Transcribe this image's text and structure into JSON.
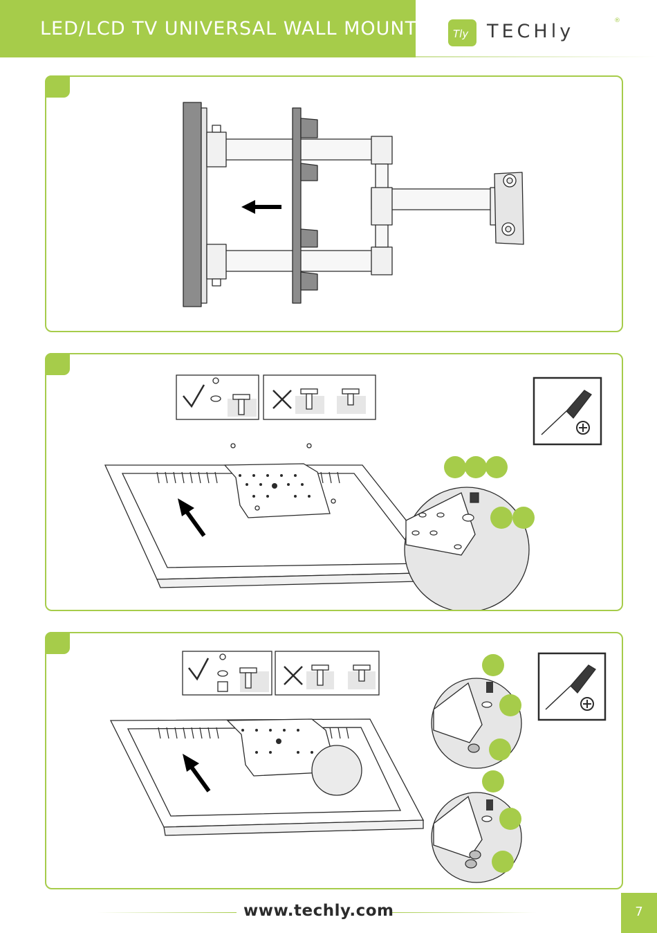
{
  "header": {
    "title": "LED/LCD TV UNIVERSAL WALL MOUNT",
    "brand": "TECHly",
    "brand_mark": "Tly",
    "registered": "®"
  },
  "colors": {
    "accent": "#a6cc4a",
    "line": "#2b2b2b",
    "mount_fill": "#8c8c8c",
    "light_fill": "#e6e6e6"
  },
  "steps": [
    {
      "badge": "",
      "illustration": "arm-attached-to-wall-plate-arrow-left"
    },
    {
      "badge": "",
      "illustration": "vesa-plate-screwed-to-tv-back",
      "tool_icon": "screwdriver-icon"
    },
    {
      "badge": "",
      "illustration": "vesa-plate-screwed-with-spacers",
      "tool_icon": "screwdriver-icon"
    }
  ],
  "footer": {
    "url": "www.techly.com",
    "page_number": "7"
  }
}
